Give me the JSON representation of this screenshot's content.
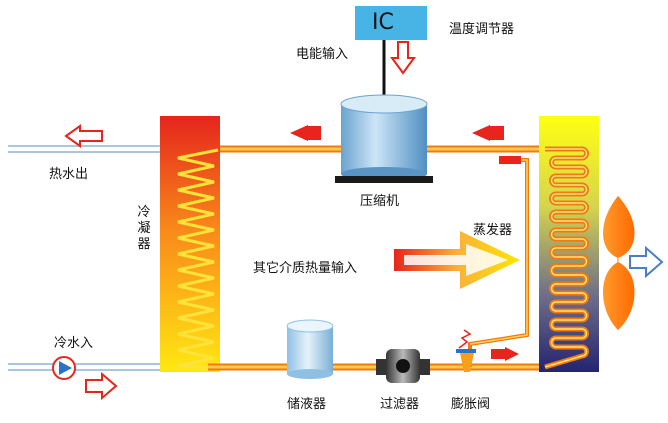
{
  "labels": {
    "ic_chip": "IC",
    "thermostat": "温度调节器",
    "power_input": "电能输入",
    "hot_water_out": "热水出",
    "condenser": "冷凝器",
    "compressor": "压缩机",
    "evaporator": "蒸发器",
    "other_heat_input": "其它介质热量输入",
    "cold_water_in": "冷水入",
    "receiver": "储液器",
    "filter": "过滤器",
    "expansion_valve": "膨胀阀"
  },
  "colors": {
    "pipe": "#ffb23a",
    "pipe_edge": "#f07a10",
    "water_line": "#a7c8e4",
    "arrow_red": "#e8241c",
    "ic_box": "#48b4e6",
    "condenser_top": "#e5251c",
    "condenser_bottom": "#ffe60a",
    "evaporator_top": "#ffff00",
    "evaporator_bottom": "#2a2a82",
    "fan": "#ff8a1a"
  }
}
